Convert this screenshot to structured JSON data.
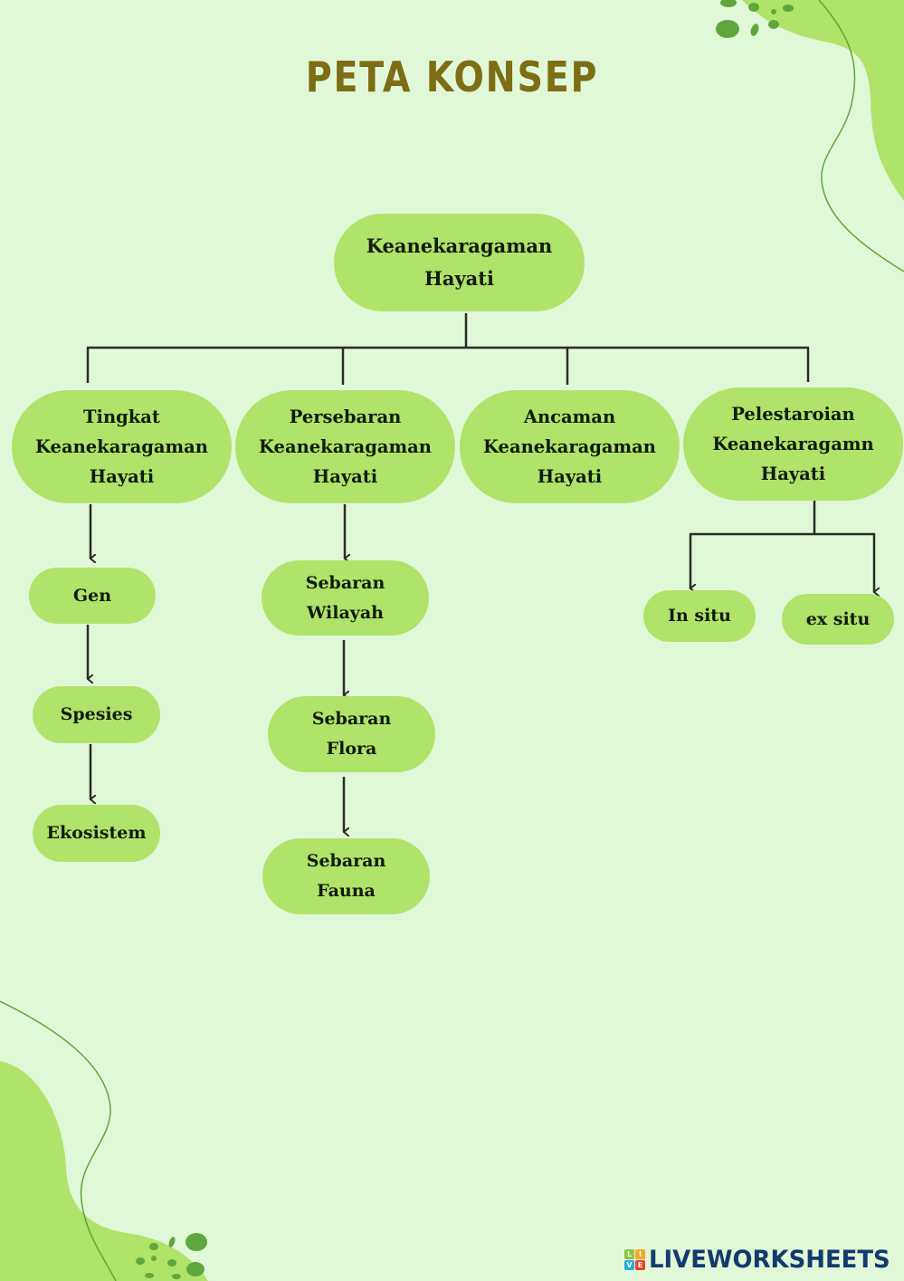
{
  "title": "PETA KONSEP",
  "colors": {
    "background": "#e1f8d8",
    "node_fill": "#b0e36a",
    "title": "#7d6d14",
    "connector": "#2b2b2b",
    "blob": "#b0e36a",
    "dots": "#5fa63c",
    "brand": "#123a6e"
  },
  "root": {
    "label": "Keanekaragaman\nHayati"
  },
  "branches": [
    {
      "label": "Tingkat\nKeanekaragaman\nHayati",
      "children": [
        {
          "label": "Gen"
        },
        {
          "label": "Spesies"
        },
        {
          "label": "Ekosistem"
        }
      ]
    },
    {
      "label": "Persebaran\nKeanekaragaman\nHayati",
      "children": [
        {
          "label": "Sebaran\nWilayah"
        },
        {
          "label": "Sebaran\nFlora"
        },
        {
          "label": "Sebaran\nFauna"
        }
      ]
    },
    {
      "label": "Ancaman\nKeanekaragaman\nHayati",
      "children": []
    },
    {
      "label": "Pelestaroian\nKeanekaragamn\nHayati",
      "children": [
        {
          "label": "In situ"
        },
        {
          "label": "ex situ"
        }
      ]
    }
  ],
  "brand": {
    "logo_letters": [
      "L",
      "I",
      "V",
      "E"
    ],
    "logo_colors": [
      "#8cc63f",
      "#f7a823",
      "#29a8e0",
      "#e8412c"
    ],
    "name": "LIVEWORKSHEETS"
  }
}
